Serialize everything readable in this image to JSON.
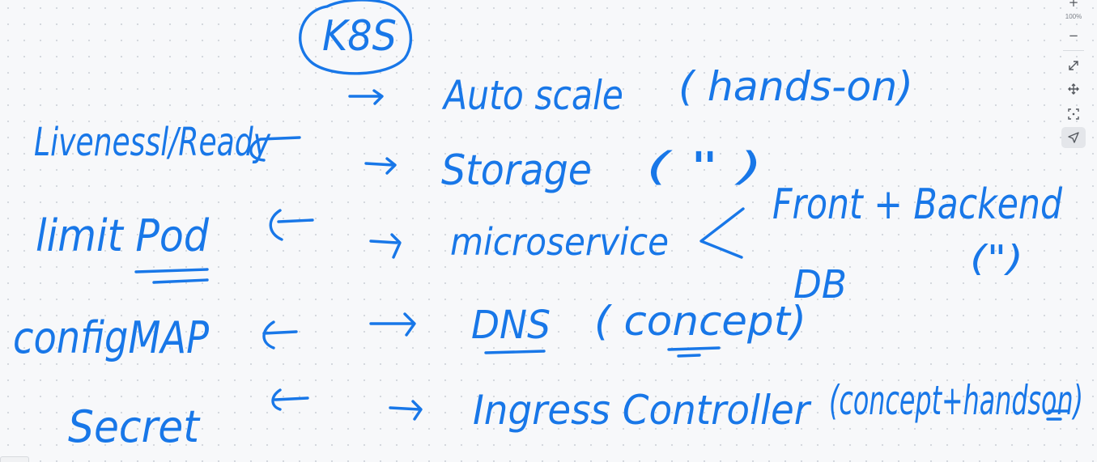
{
  "toolbar": {
    "zoom_in_label": "+",
    "zoom_level": "100%",
    "zoom_out_label": "−",
    "fit_icon": "↔",
    "pan_icon": "✥",
    "focus_icon": "⊡",
    "pointer_icon": "➤"
  },
  "notes": {
    "k8s": "K8S",
    "auto_scale": "Auto scale",
    "auto_scale_tag": "( hands-on)",
    "storage": "Storage",
    "storage_tag": "( \" )",
    "liveness": "Livenessl/Ready",
    "microservice": "microservice",
    "front_backend": "Front + Backend",
    "front_backend_tag": "(\")",
    "db": "DB",
    "limit_pod": "limit Pod",
    "configmap": "configMAP",
    "dns": "DNS",
    "dns_tag": "( concept)",
    "secret": "Secret",
    "ingress": "Ingress Controller",
    "ingress_tag": "(concept+handson)"
  },
  "colors": {
    "ink": "#1877e8",
    "canvas": "#f7f8fa"
  }
}
